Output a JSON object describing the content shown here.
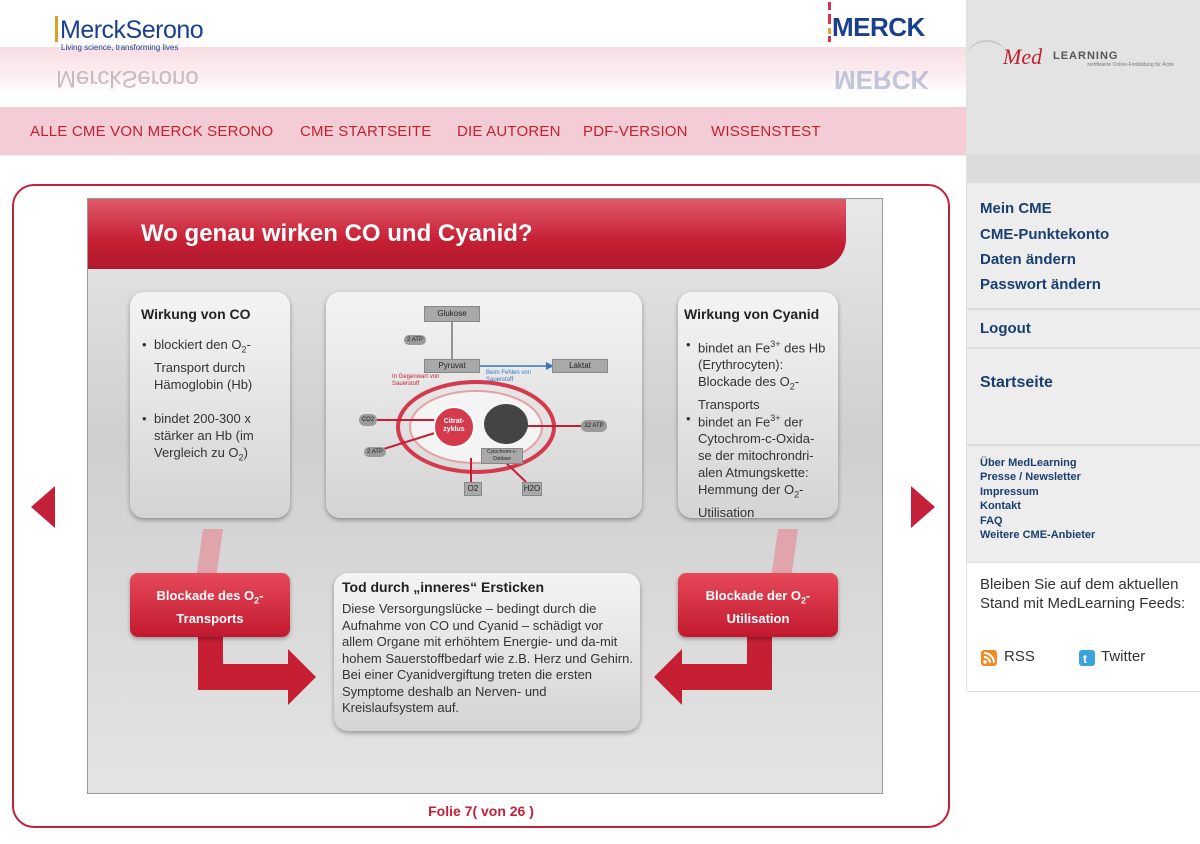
{
  "header": {
    "left_logo": {
      "name": "MerckSerono",
      "tagline": "Living science, transforming lives"
    },
    "right_logo": {
      "name": "MERCK"
    }
  },
  "nav": {
    "items": [
      "ALLE CME VON MERCK SERONO",
      "CME STARTSEITE",
      "DIE AUTOREN",
      "PDF-VERSION",
      "WISSENSTEST"
    ]
  },
  "sidebar": {
    "logo": {
      "med": "Med",
      "learning": "LEARNING",
      "sub": "zertifizierte Online-Fortbildung für Ärzte"
    },
    "account_links": [
      "Mein CME",
      "CME-Punktekonto",
      "Daten ändern",
      "Passwort ändern"
    ],
    "logout": "Logout",
    "home": "Startseite",
    "footer_links": [
      "Über MedLearning",
      "Presse / Newsletter",
      "Impressum",
      "Kontakt",
      "FAQ",
      "Weitere CME-Anbieter"
    ],
    "feeds": {
      "text": "Bleiben Sie auf dem aktuellen Stand mit MedLearning Feeds:",
      "rss": "RSS",
      "twitter": "Twitter"
    },
    "colors": {
      "rss": "#f08a24",
      "twitter": "#3ba3d8"
    }
  },
  "viewer": {
    "folio": "Folie 7( von 26 )",
    "slide": {
      "title": "Wo genau wirken CO und Cyanid?",
      "co_box": {
        "heading": "Wirkung von CO",
        "bullet1_pre": "blockiert den O",
        "bullet1_sub": "2",
        "bullet1_post": "-Transport durch Hämoglobin (Hb)",
        "bullet2_pre": "bindet 200-300 x stärker an Hb (im Vergleich zu O",
        "bullet2_sub": "2",
        "bullet2_post": ")"
      },
      "cyanid_box": {
        "heading": "Wirkung von Cyanid",
        "b1_pre": "bindet an Fe",
        "b1_sup": "3+",
        "b1_mid": " des Hb (Erythrocyten): Blockade des O",
        "b1_sub": "2",
        "b1_post": "-Transports",
        "b2_pre": "bindet an Fe",
        "b2_sup": "3+",
        "b2_mid": " der Cytochrom-c-Oxida-se der mitochrondri-alen Atmungskette: Hemmung der O",
        "b2_sub": "2",
        "b2_post": "-Utilisation"
      },
      "diagram": {
        "glukose": "Glukose",
        "pyruvat": "Pyruvat",
        "laktat": "Laktat",
        "atp2a": "2 ATP",
        "atp2b": "2 ATP",
        "atp32": "32 ATP",
        "with_o2": "In Gegenwart von Sauerstoff",
        "without_o2": "Beim Fehlen von Sauerstoff",
        "citrat": "Citrat-zyklus",
        "co2": "CO2",
        "o2": "O2",
        "h2o": "H2O",
        "cytochrom": "Cytochrom-c-Oxidase"
      },
      "red_left": {
        "pre": "Blockade des O",
        "sub": "2",
        "post": "-Transports"
      },
      "red_right": {
        "pre": "Blockade der O",
        "sub": "2",
        "post": "-Utilisation"
      },
      "center_box": {
        "heading": "Tod durch „inneres“ Ersticken",
        "text": "Diese Versorgungslücke – bedingt durch die Aufnahme von CO und Cyanid – schädigt vor allem Organe mit erhöhtem Energie- und da-mit hohem Sauerstoffbedarf wie z.B. Herz und Gehirn. Bei einer Cyanidvergiftung treten die ersten Symptome deshalb an Nerven- und Kreislaufsystem auf."
      }
    }
  },
  "colors": {
    "accent": "#c4202f",
    "nav_bg": "#f4ccd5",
    "link": "#1a3f6f"
  }
}
